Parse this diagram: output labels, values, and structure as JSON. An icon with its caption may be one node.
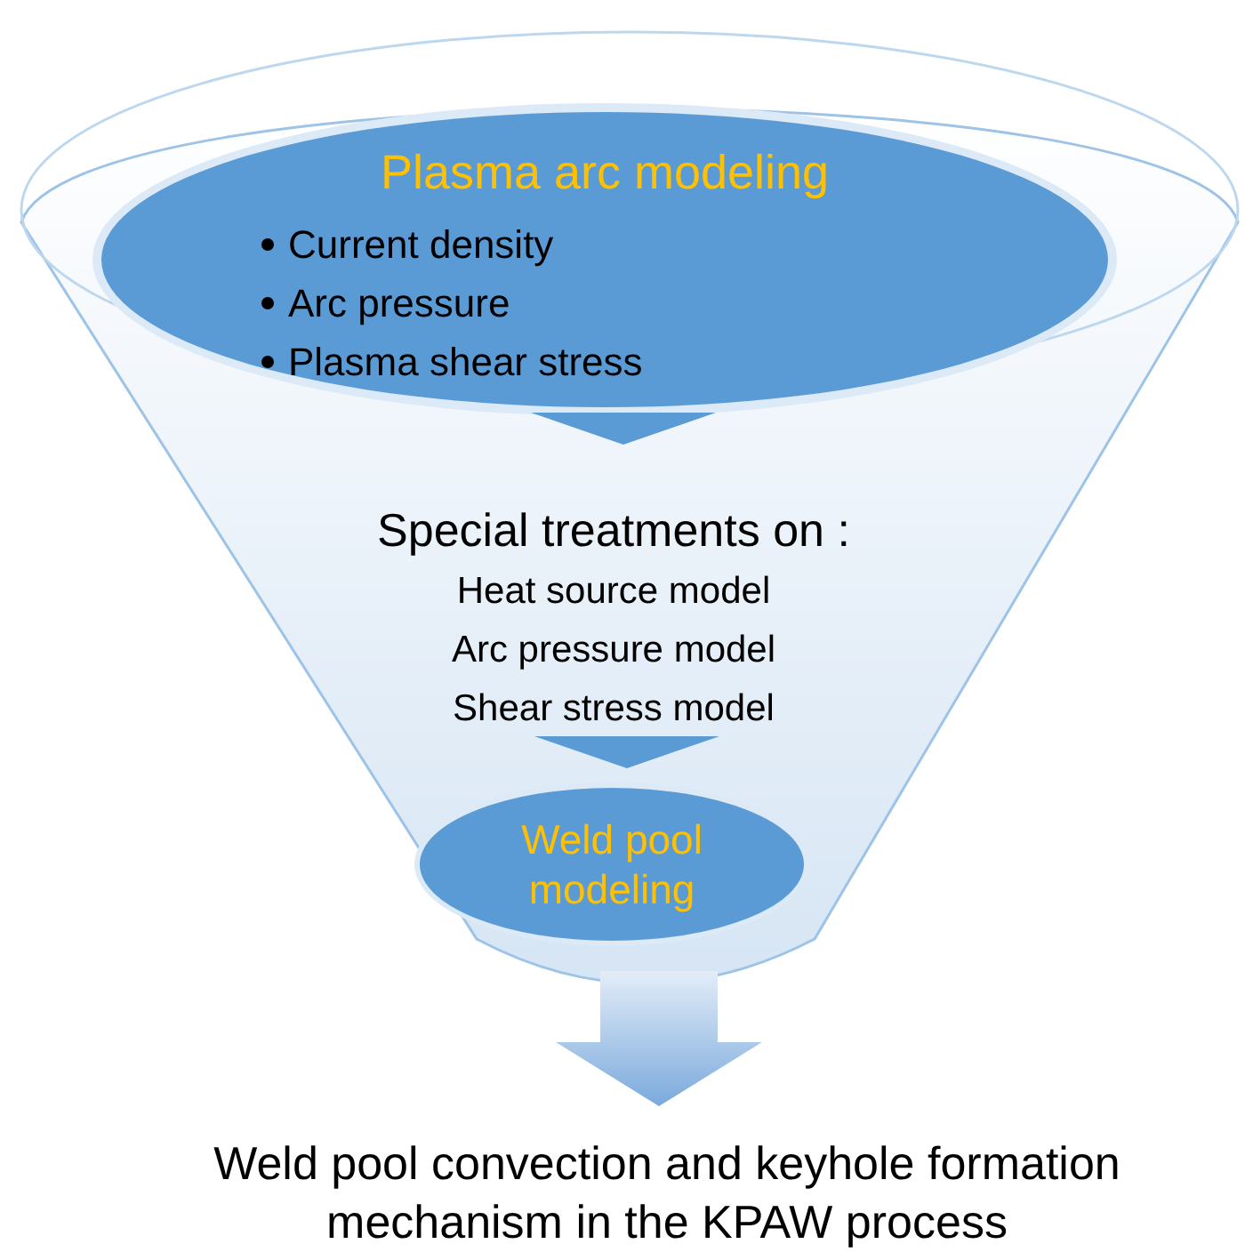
{
  "diagram": {
    "nodes": [
      {
        "text": [],
        "shape": "funnel"
      },
      {
        "text": [
          "Plasma arc modeling",
          "Current density",
          "Arc pressure",
          "Plasma shear stress"
        ],
        "in": 0
      },
      {
        "text": [
          "Special treatments on :",
          "Heat source model",
          "Arc pressure model",
          "Shear stress model"
        ],
        "in": 0
      },
      {
        "text": [
          "Weld pool modeling"
        ],
        "in": 0
      },
      {
        "text": [
          "Weld pool convection and keyhole formation mechanism in the KPAW process"
        ]
      }
    ],
    "edges": [
      {
        "from": 1,
        "to": 2,
        "arrow": "to"
      },
      {
        "from": 2,
        "to": 3,
        "arrow": "to"
      },
      {
        "from": 0,
        "to": 4,
        "arrow": "to",
        "style": "thick"
      }
    ]
  }
}
